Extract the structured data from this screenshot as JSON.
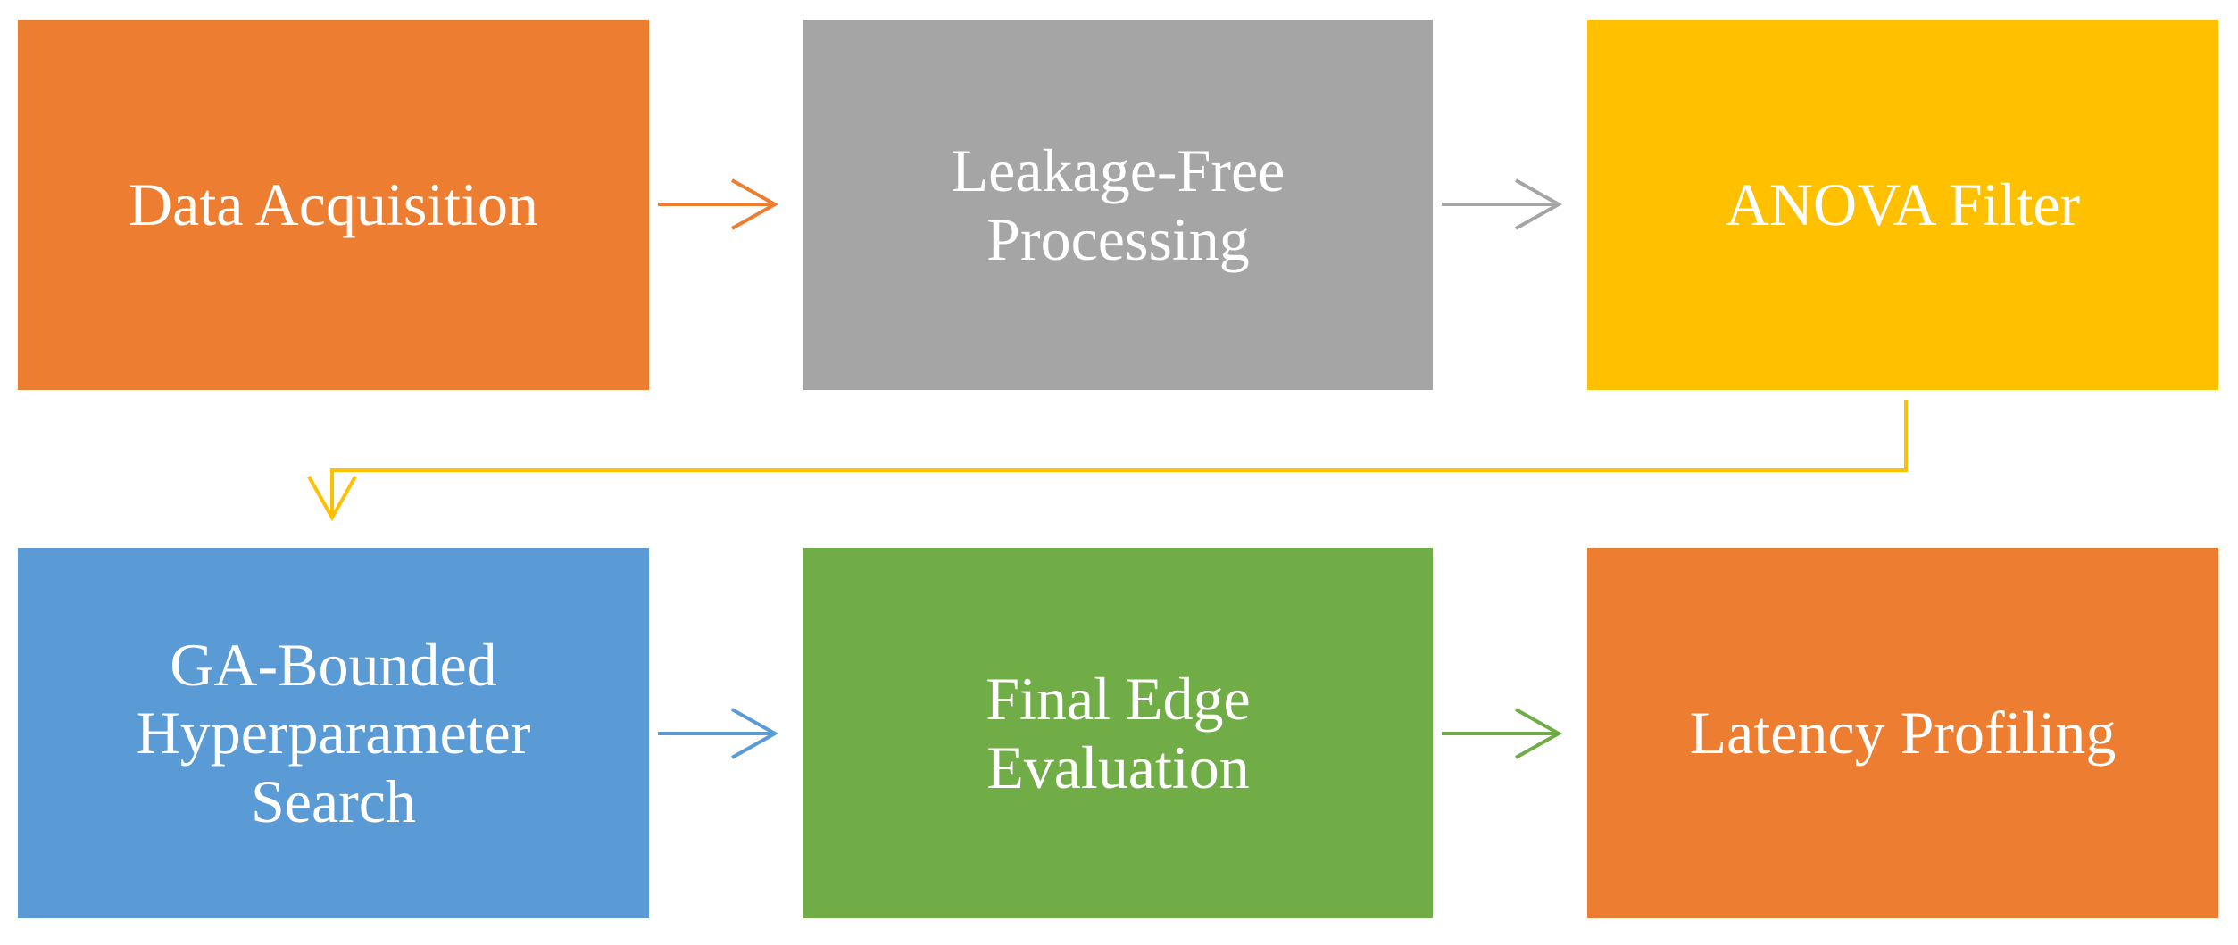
{
  "steps": [
    {
      "id": "data-acquisition",
      "lines": [
        "Data Acquisition"
      ],
      "color": "#ED7D31"
    },
    {
      "id": "leakage-free-processing",
      "lines": [
        "Leakage-Free",
        "Processing"
      ],
      "color": "#A5A5A5"
    },
    {
      "id": "anova-filter",
      "lines": [
        "ANOVA Filter"
      ],
      "color": "#FFC000"
    },
    {
      "id": "ga-bounded-search",
      "lines": [
        "GA-Bounded",
        "Hyperparameter",
        "Search"
      ],
      "color": "#5B9BD5"
    },
    {
      "id": "final-edge-evaluation",
      "lines": [
        "Final Edge",
        "Evaluation"
      ],
      "color": "#70AD47"
    },
    {
      "id": "latency-profiling",
      "lines": [
        "Latency Profiling"
      ],
      "color": "#ED7D31"
    }
  ],
  "connectors": [
    {
      "from": "data-acquisition",
      "to": "leakage-free-processing",
      "color": "#ED7D31"
    },
    {
      "from": "leakage-free-processing",
      "to": "anova-filter",
      "color": "#A5A5A5"
    },
    {
      "from": "anova-filter",
      "to": "ga-bounded-search",
      "color": "#FFC000"
    },
    {
      "from": "ga-bounded-search",
      "to": "final-edge-evaluation",
      "color": "#5B9BD5"
    },
    {
      "from": "final-edge-evaluation",
      "to": "latency-profiling",
      "color": "#70AD47"
    }
  ]
}
